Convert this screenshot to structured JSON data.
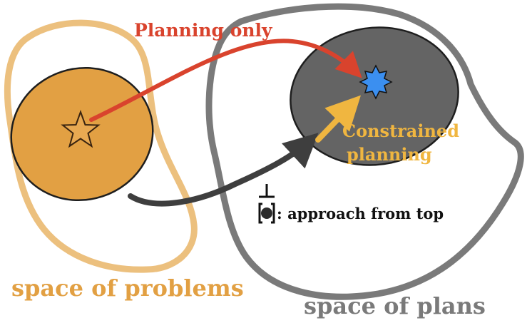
{
  "labels": {
    "planning_only": "Planning only",
    "constrained_line1": "Constrained",
    "constrained_line2": "planning",
    "approach_from_top": ": approach from top",
    "space_of_problems": "space of problems",
    "space_of_plans": "space of plans"
  },
  "colors": {
    "problems_outline": "#ecc07e",
    "problems_fill": "#e2a043",
    "plans_outline": "#7a7a7a",
    "plans_fill": "#646464",
    "planning_only_arrow": "#d9432d",
    "constrained_arrow": "#f0b640",
    "general_arrow": "#3e3e3e",
    "goal_star": "#3b8ff0",
    "start_star": "#e8a952"
  },
  "icons": {
    "start": "star-icon",
    "goal": "goal-star-icon",
    "gripper": "gripper-icon"
  }
}
